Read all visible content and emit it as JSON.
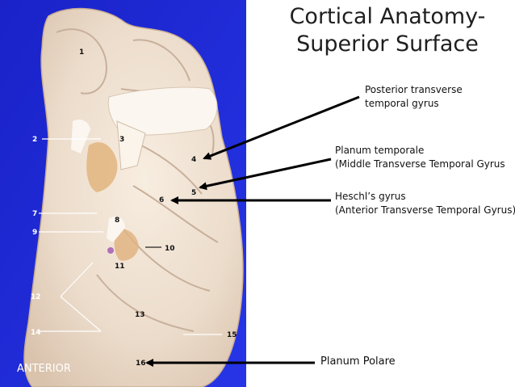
{
  "title": {
    "line1": "Cortical Anatomy-",
    "line2": "Superior Surface"
  },
  "labels": {
    "posterior_line1": "Posterior transverse",
    "posterior_line2": "temporal gyrus",
    "planum_temporale_line1": "Planum temporale",
    "planum_temporale_line2": "(Middle Transverse Temporal Gyrus",
    "heschl_line1": "Heschl’s gyrus",
    "heschl_line2": "(Anterior Transverse Temporal Gyrus)",
    "planum_polare": "Planum Polare"
  },
  "orientation": "ANTERIOR",
  "figure_numbers": [
    "1",
    "2",
    "3",
    "4",
    "5",
    "6",
    "7",
    "8",
    "9",
    "10",
    "11",
    "12",
    "13",
    "14",
    "15",
    "16"
  ],
  "colors": {
    "background_blue": "#1f2ad8",
    "tissue": "#efe2d2",
    "arrow": "#000000"
  }
}
